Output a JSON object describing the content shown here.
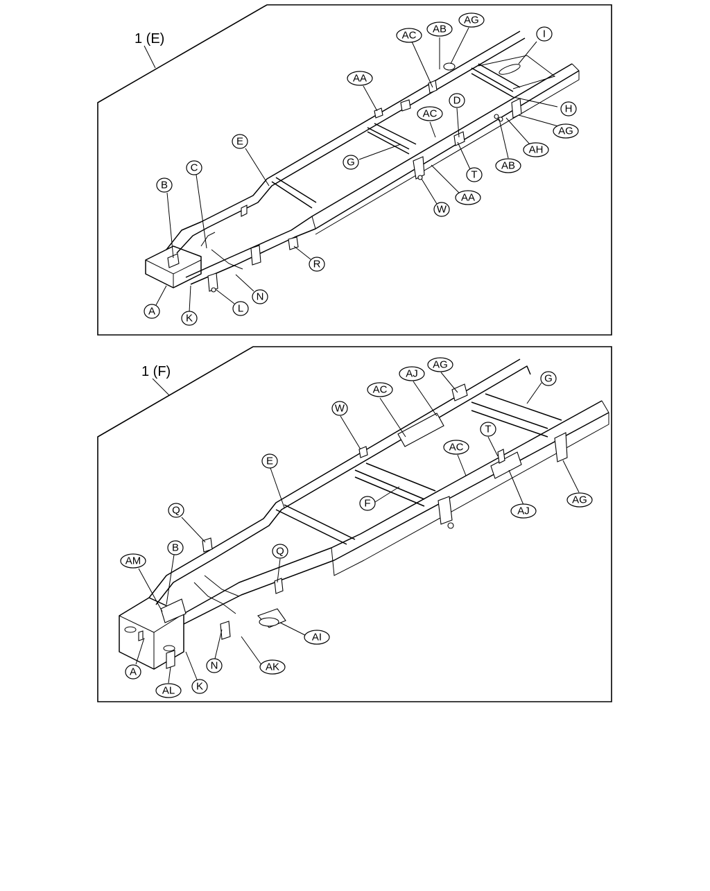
{
  "diagrams": [
    {
      "title": "1 (E)",
      "callouts": [
        "A",
        "K",
        "L",
        "N",
        "R",
        "W",
        "AA",
        "T",
        "AB",
        "AH",
        "AG",
        "H",
        "I",
        "AG",
        "AB",
        "AC",
        "AA",
        "E",
        "C",
        "B",
        "G",
        "AC",
        "D"
      ]
    },
    {
      "title": "1 (F)",
      "callouts": [
        "A",
        "AL",
        "K",
        "N",
        "AK",
        "AI",
        "AM",
        "B",
        "Q",
        "Q",
        "E",
        "F",
        "W",
        "AC",
        "AJ",
        "AG",
        "G",
        "T",
        "AC",
        "AJ",
        "AG"
      ]
    }
  ],
  "colors": {
    "line": "#000000",
    "background": "#ffffff"
  }
}
